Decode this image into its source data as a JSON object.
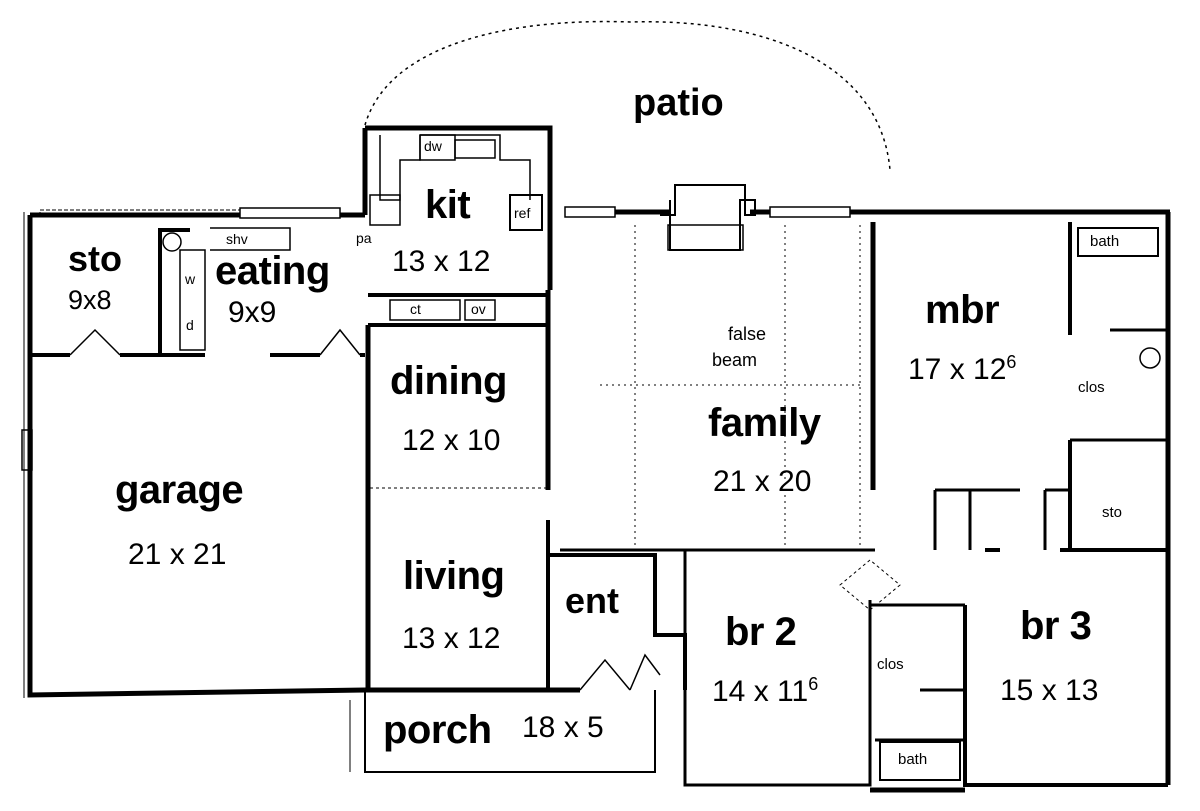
{
  "patio": {
    "label": "patio"
  },
  "rooms": {
    "sto": {
      "name": "sto",
      "dim": "9x8"
    },
    "eating": {
      "name": "eating",
      "dim": "9x9"
    },
    "kit": {
      "name": "kit",
      "dim": "13 x 12"
    },
    "dining": {
      "name": "dining",
      "dim": "12 x 10"
    },
    "garage": {
      "name": "garage",
      "dim": "21 x 21"
    },
    "living": {
      "name": "living",
      "dim": "13 x 12"
    },
    "ent": {
      "name": "ent"
    },
    "family": {
      "name": "family",
      "dim": "21 x 20"
    },
    "mbr": {
      "name": "mbr",
      "dim_main": "17 x 12",
      "dim_sup": "6"
    },
    "br2": {
      "name": "br 2",
      "dim_main": "14 x 11",
      "dim_sup": "6"
    },
    "br3": {
      "name": "br 3",
      "dim": "15 x 13"
    },
    "porch": {
      "name": "porch",
      "dim": "18 x 5"
    }
  },
  "fixtures": {
    "dw": "dw",
    "ref": "ref",
    "shv": "shv",
    "pa": "pa",
    "ct": "ct",
    "ov": "ov",
    "w": "w",
    "d": "d",
    "bath_master": "bath",
    "bath_hall": "bath",
    "clos_master": "clos",
    "clos_hall": "clos",
    "sto_closet": "sto",
    "false_beam_line1": "false",
    "false_beam_line2": "beam"
  }
}
